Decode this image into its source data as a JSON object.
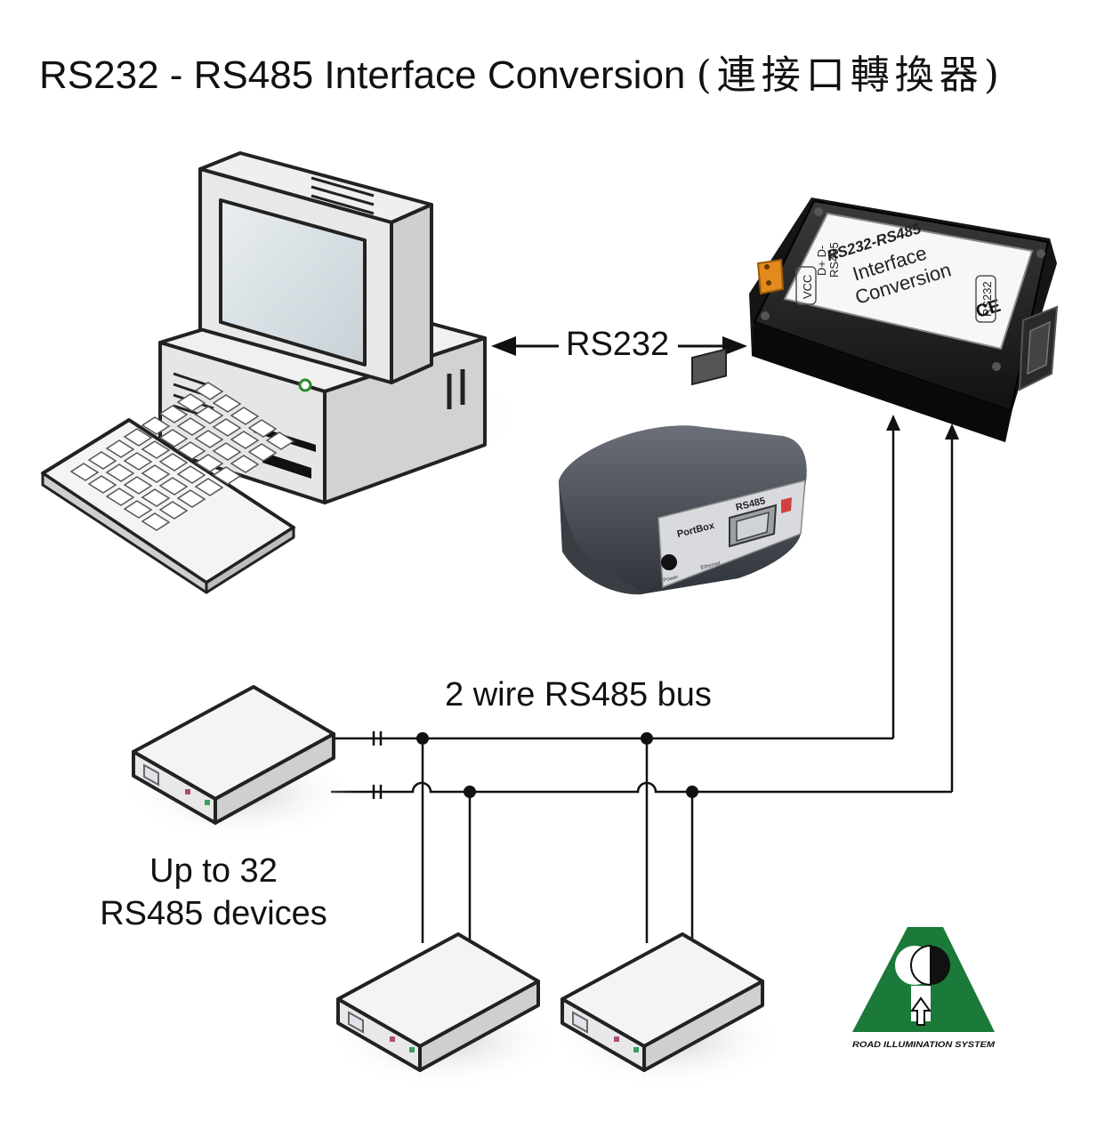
{
  "title": {
    "main": "RS232 - RS485 Interface Conversion ",
    "cjk": "(連接口轉換器)"
  },
  "labels": {
    "rs232_link": "RS232",
    "bus": "2 wire RS485 bus",
    "devices_line1": "Up to 32",
    "devices_line2": "RS485 devices"
  },
  "converter": {
    "top_label": "RS232-RS485",
    "line1": "Interface",
    "line2": "Conversion",
    "vcc": "VCC",
    "dplus": "D+ D-",
    "rs485": "RS485",
    "rs232": "RS232",
    "ce": "CE"
  },
  "portbox": {
    "brand": "PortBox",
    "port": "RS485",
    "power": "Power",
    "ethernet": "Ethernet"
  },
  "logo": {
    "text": "ROAD ILLUMINATION SYSTEM",
    "color": "#1b7a3a"
  },
  "icons": [
    "computer-icon",
    "keyboard-icon",
    "converter-box-icon",
    "portbox-icon",
    "rs485-device-icon",
    "logo-icon"
  ]
}
